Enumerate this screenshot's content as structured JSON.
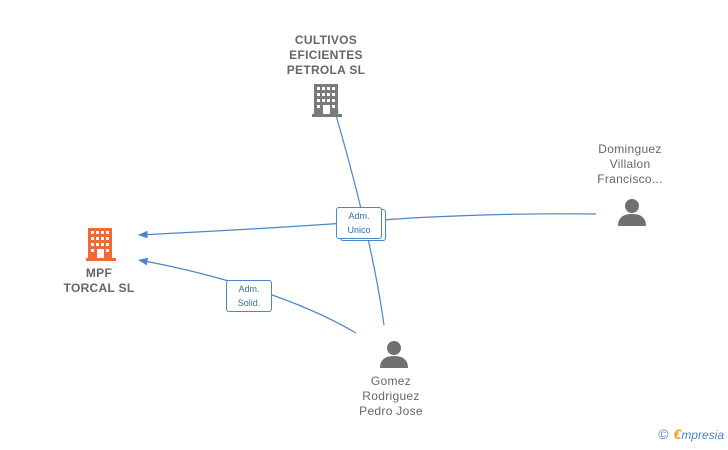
{
  "nodes": {
    "cultivos": {
      "label": "CULTIVOS\nEFICIENTES\nPETROLA  SL",
      "icon": "building-icon",
      "color": "#808080"
    },
    "mpf": {
      "label": "MPF\nTORCAL  SL",
      "icon": "building-icon",
      "color": "#f06a35"
    },
    "dominguez": {
      "label": "Dominguez\nVillalon\nFrancisco...",
      "icon": "person-icon",
      "color": "#707070"
    },
    "gomez": {
      "label": "Gomez\nRodriguez\nPedro Jose",
      "icon": "person-icon",
      "color": "#707070"
    }
  },
  "edges": {
    "adm_unico": {
      "label": "Adm.\nUnico"
    },
    "adm_solid": {
      "label": "Adm.\nSolid."
    }
  },
  "colors": {
    "edge": "#4a86c8",
    "edge_label_text": "#2f6db5"
  },
  "brand": {
    "copyright": "©",
    "e": "€",
    "name": "mpresia"
  }
}
